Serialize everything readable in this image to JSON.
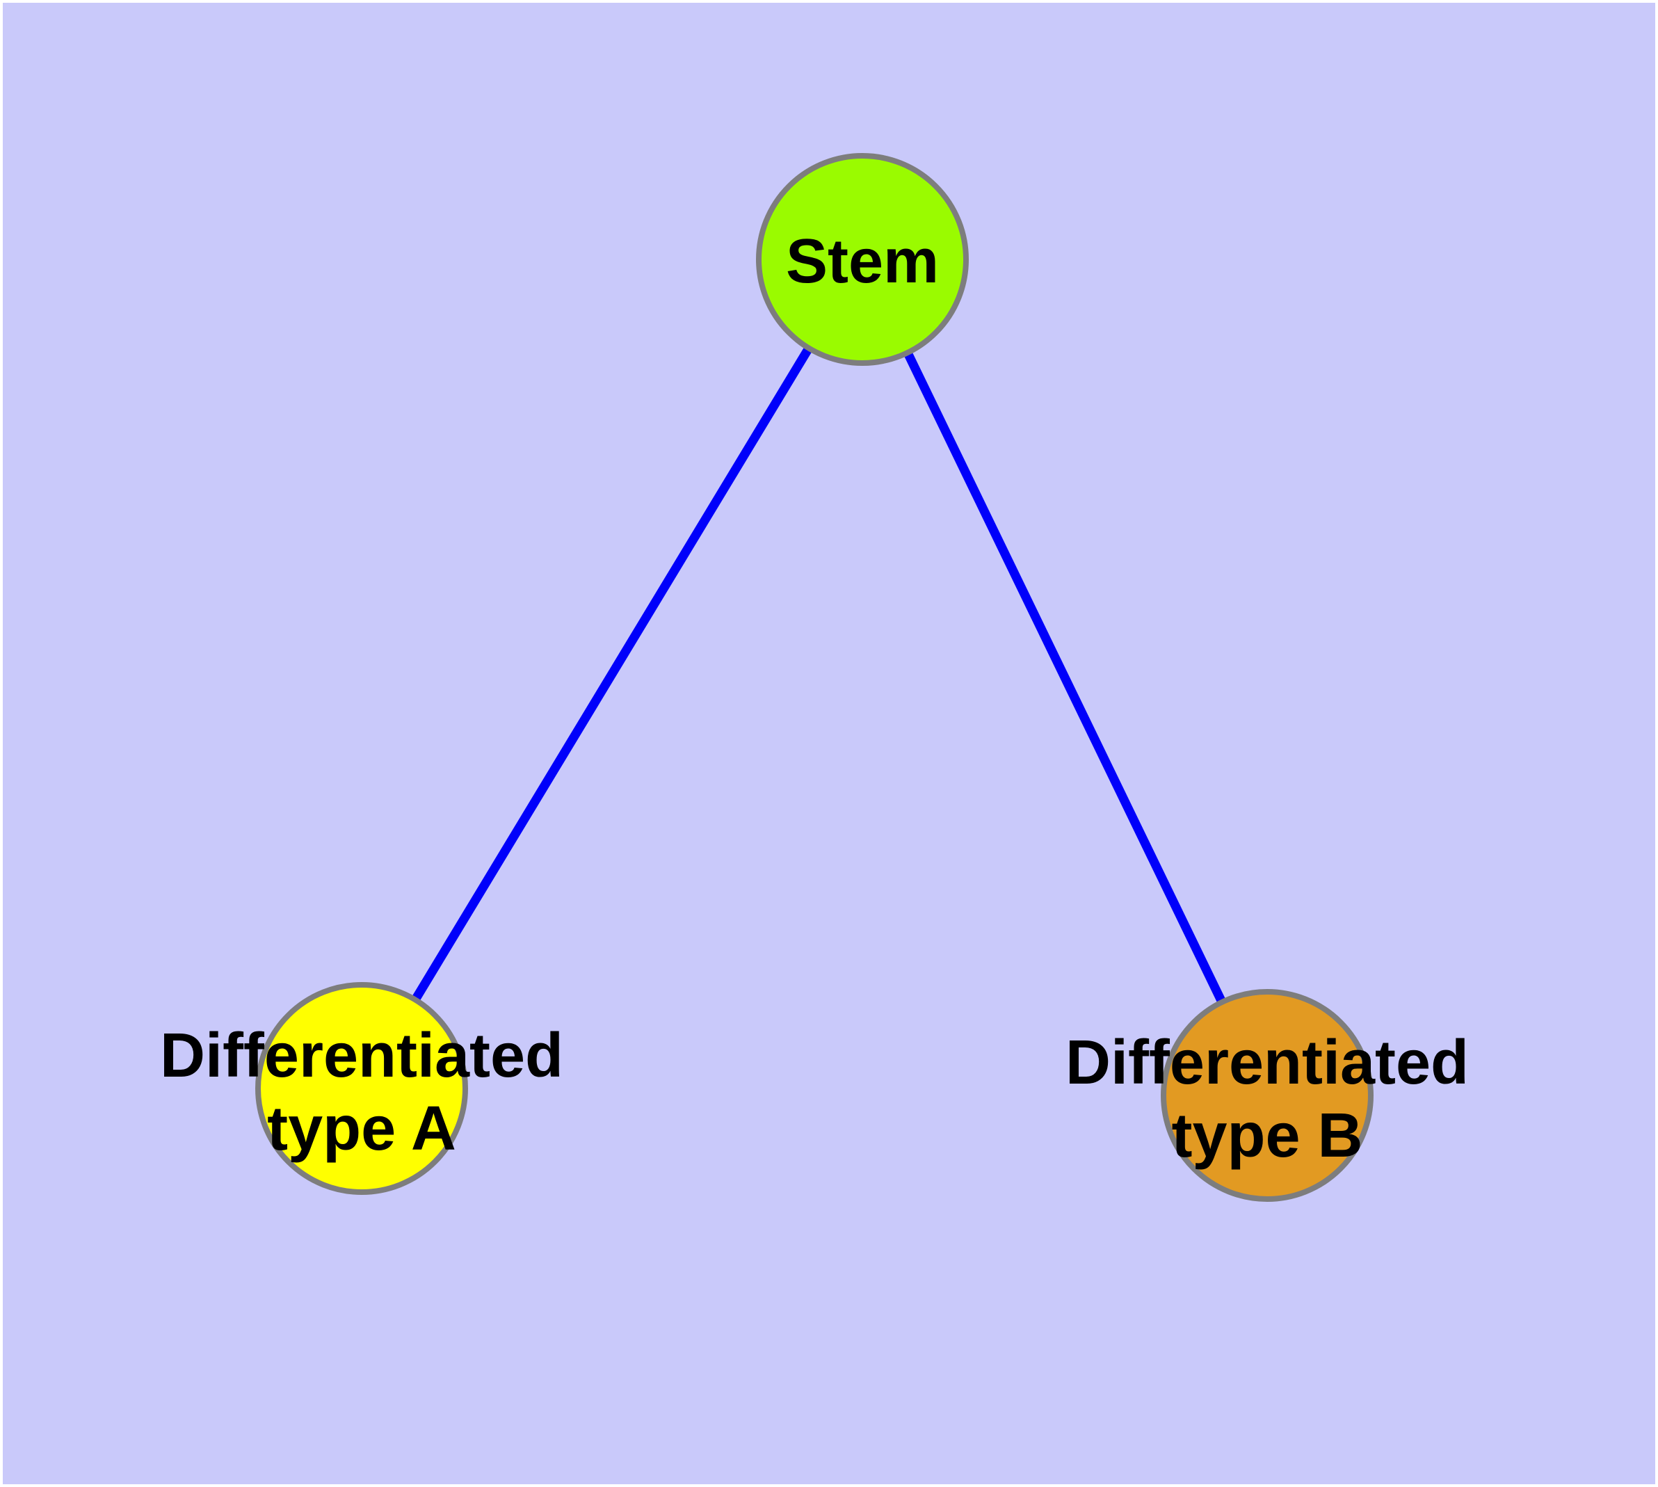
{
  "diagram": {
    "type": "graph",
    "background_color": "#C9C9FA",
    "page_color": "#FFFFFF",
    "edge_color": "#0000FA",
    "node_border_color": "#7D7D7D",
    "text_color": "#000000",
    "nodes": [
      {
        "id": "stem",
        "label": "Stem",
        "lines": [
          "Stem"
        ],
        "fill": "#9AFB00"
      },
      {
        "id": "differentiated-type-a",
        "label": "Differentiated type A",
        "lines": [
          "Differentiated",
          "type A"
        ],
        "fill": "#FFFF00"
      },
      {
        "id": "differentiated-type-b",
        "label": "Differentiated type B",
        "lines": [
          "Differentiated",
          "type B"
        ],
        "fill": "#E29A22"
      }
    ],
    "edges": [
      {
        "from": "Stem",
        "to": "Differentiated type A"
      },
      {
        "from": "Stem",
        "to": "Differentiated type B"
      }
    ]
  }
}
